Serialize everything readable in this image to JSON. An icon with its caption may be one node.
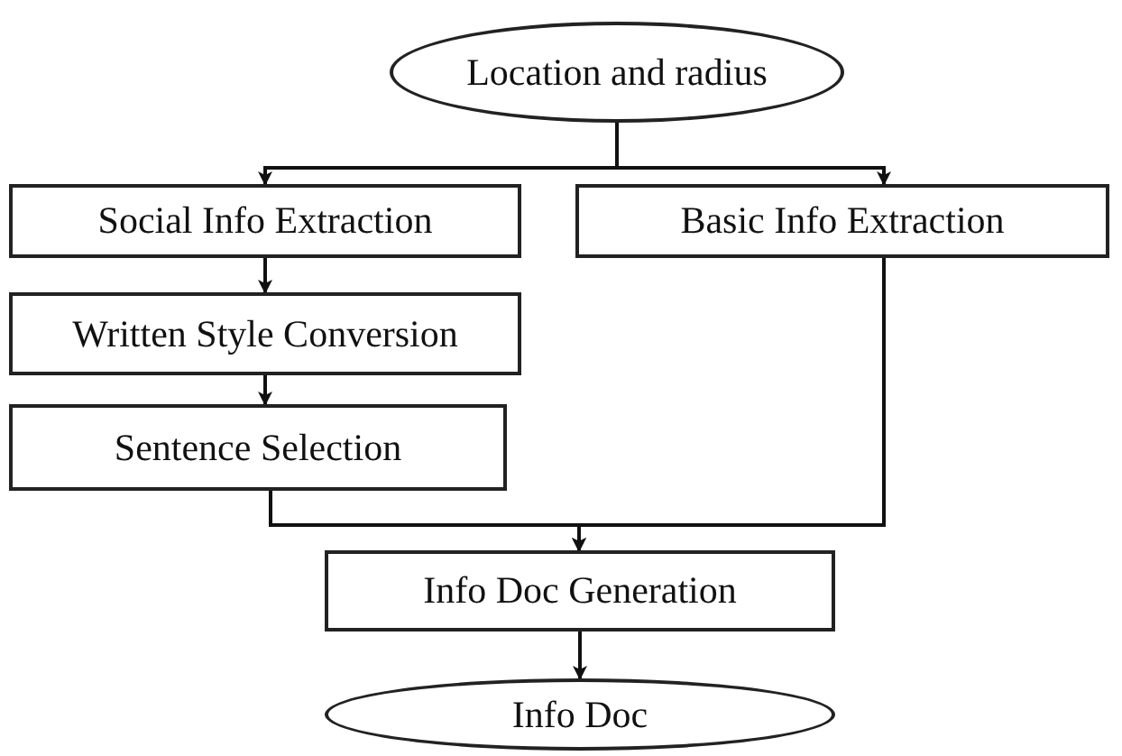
{
  "diagram": {
    "nodes": [
      {
        "text": [
          "Location and radius"
        ]
      },
      {
        "text": [
          "Social Info Extraction"
        ]
      },
      {
        "text": [
          "Basic Info Extraction"
        ]
      },
      {
        "text": [
          "Written Style Conversion"
        ]
      },
      {
        "text": [
          "Sentence Selection"
        ]
      },
      {
        "text": [
          "Info Doc Generation"
        ]
      },
      {
        "text": [
          "Info Doc"
        ]
      }
    ],
    "edges": [
      {
        "from": 0,
        "to": 1,
        "arrow": "to"
      },
      {
        "from": 0,
        "to": 2,
        "arrow": "to"
      },
      {
        "from": 1,
        "to": 3,
        "arrow": "to"
      },
      {
        "from": 3,
        "to": 4,
        "arrow": "to"
      },
      {
        "from": 4,
        "to": 5,
        "arrow": "to"
      },
      {
        "from": 2,
        "to": 5,
        "arrow": "to"
      },
      {
        "from": 5,
        "to": 6,
        "arrow": "to"
      }
    ]
  }
}
